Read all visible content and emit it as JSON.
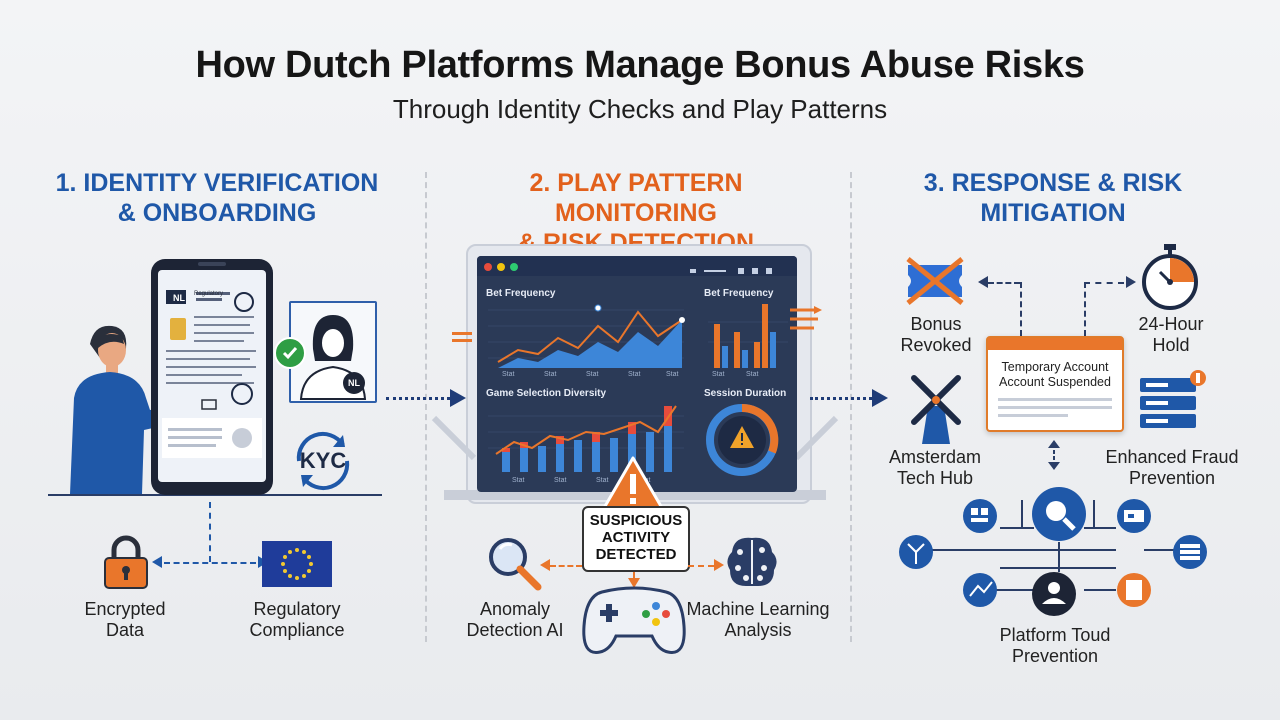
{
  "header": {
    "title": "How Dutch Platforms Manage Bonus Abuse Risks",
    "subtitle": "Through Identity Checks and Play Patterns"
  },
  "sections": [
    {
      "line1": "1. IDENTITY VERIFICATION",
      "line2": "& ONBOARDING",
      "color": "#1f58a8"
    },
    {
      "line1": "2. PLAY PATTERN MONITORING",
      "line2": "& RISK DETECTION",
      "color": "#e2611c"
    },
    {
      "line1": "3. RESPONSE & RISK",
      "line2": "MITIGATION",
      "color": "#1f58a8"
    }
  ],
  "identity": {
    "doc_badge": "NL",
    "doc_header": "Regulatory",
    "avatar_badge": "NL",
    "kyc_label": "KYC",
    "items": [
      {
        "line1": "Encrypted",
        "line2": "Data",
        "icon": "padlock-icon"
      },
      {
        "line1": "Regulatory",
        "line2": "Compliance",
        "icon": "eu-flag-icon"
      }
    ]
  },
  "monitoring": {
    "charts": [
      {
        "title": "Bet Frequency"
      },
      {
        "title": "Bet Frequency"
      },
      {
        "title": "Game Selection Diversity"
      },
      {
        "title": "Session Duration"
      }
    ],
    "alert_line1": "SUSPICIOUS",
    "alert_line2": "ACTIVITY",
    "alert_line3": "DETECTED",
    "items": [
      {
        "line1": "Anomaly",
        "line2": "Detection AI",
        "icon": "magnifier-icon"
      },
      {
        "line1": "Machine Learning",
        "line2": "Analysis",
        "icon": "brain-icon"
      }
    ]
  },
  "response": {
    "notice_line1": "Temporary Account",
    "notice_line2": "Account Suspended",
    "items": [
      {
        "line1": "Bonus",
        "line2": "Revoked",
        "icon": "cancelled-ticket-icon"
      },
      {
        "line1": "24-Hour",
        "line2": "Hold",
        "icon": "stopwatch-icon"
      },
      {
        "line1": "Amsterdam",
        "line2": "Tech Hub",
        "icon": "windmill-icon"
      },
      {
        "line1": "Enhanced Fraud",
        "line2": "Prevention",
        "icon": "server-icon"
      },
      {
        "line1": "Platform Toud",
        "line2": "Prevention",
        "icon": "user-node-icon"
      }
    ]
  },
  "colors": {
    "blue": "#1f58a8",
    "orange": "#e2611c",
    "navy": "#2b3a57",
    "green": "#2f9e44"
  }
}
